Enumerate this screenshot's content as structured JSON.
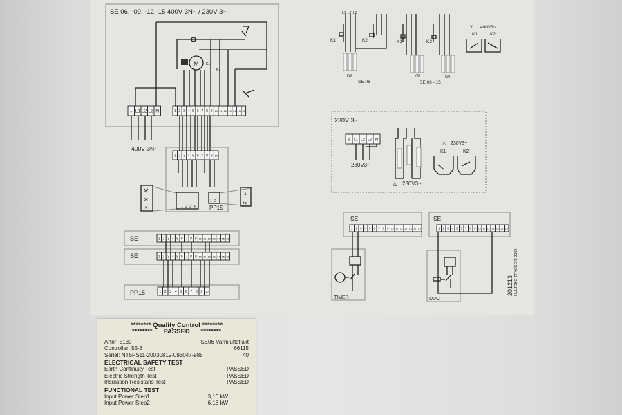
{
  "main_diagram": {
    "title": "SE 06, -09, -12,-15 400V 3N~ / 230V 3~",
    "supply_terminals": [
      "⏚",
      "L1",
      "L2",
      "L3",
      "N"
    ],
    "supply_label": "400V 3N~",
    "motor_label": "M",
    "k1": "K1",
    "k2": "K2",
    "terminals": [
      "1",
      "2",
      "3",
      "4",
      "5",
      "6",
      "7",
      "8",
      "9",
      "10",
      "11",
      "12",
      "13",
      "14",
      "15",
      "16"
    ]
  },
  "pp15_block": {
    "label": "PP15",
    "terminals": [
      "1",
      "2",
      "3",
      "4",
      "5",
      "6",
      "7",
      "8",
      "9",
      "10"
    ],
    "grid_numbers": [
      "1",
      "2",
      "3",
      "4"
    ],
    "output_numbers": [
      "1",
      "2"
    ],
    "speed_labels": [
      "1",
      "½"
    ]
  },
  "connection_strips": [
    {
      "label": "SE",
      "terminals": [
        "1",
        "2",
        "3",
        "4",
        "5",
        "6",
        "7",
        "8",
        "9",
        "10",
        "11",
        "12",
        "13",
        "14",
        "15",
        "16"
      ]
    },
    {
      "label": "SE",
      "terminals": [
        "1",
        "2",
        "3",
        "4",
        "5",
        "6",
        "7",
        "8",
        "9",
        "10",
        "11",
        "12",
        "13",
        "14",
        "15",
        "16"
      ]
    },
    {
      "label": "PP15",
      "terminals": [
        "1",
        "2",
        "3",
        "4",
        "5",
        "6",
        "7",
        "8",
        "9",
        "10"
      ]
    }
  ],
  "heater_diagrams": {
    "phase_labels": [
      "L1",
      "L2",
      "L3"
    ],
    "k1": "K1",
    "k2": "K2",
    "kw_label": "kW",
    "se06_label": "SE 06",
    "se0915_label": "SE 09 - 15",
    "star_label": "400V3~"
  },
  "box_230v": {
    "title": "230V 3~",
    "terminals": [
      "⏚",
      "L1",
      "L2",
      "L3",
      "N"
    ],
    "terminal_label": "230V3~",
    "delta_label": "230V3~",
    "contactor_label": "230V3~",
    "k1": "K1",
    "k2": "K2"
  },
  "timer_diagram": {
    "strip_label": "SE",
    "device_label": "TIMER",
    "terminals": [
      "1",
      "2",
      "3",
      "4",
      "5",
      "6",
      "7",
      "8",
      "9",
      "10",
      "11",
      "12",
      "13",
      "14",
      "15",
      "16"
    ]
  },
  "duc_diagram": {
    "strip_label": "SE",
    "device_label": "DUC",
    "terminals": [
      "1",
      "2",
      "3",
      "4",
      "5",
      "6",
      "7",
      "8",
      "9",
      "10",
      "11",
      "12",
      "13",
      "14",
      "15",
      "16"
    ]
  },
  "print_info": {
    "code": "201213",
    "printer": "HULTEBO TRYCKERI 2002"
  },
  "qc_label": {
    "title": "******** Quality Control ********",
    "status": "********      PASSED      ********",
    "artnr": "Artnr: 3139",
    "product": "SE06 Varmluftsfläkt",
    "controller": "Controller: 55-3",
    "controller_value": "66115",
    "serial": "Serial: NT5PS11-20030819-093047-985",
    "serial_value": "40",
    "safety_heading": "ELECTRICAL SAFETY TEST",
    "safety_tests": [
      {
        "name": "Earth Continuity Test",
        "result": "PASSED"
      },
      {
        "name": "Electric Strength Test",
        "result": "PASSED"
      },
      {
        "name": "Insulation Resistans Test",
        "result": "PASSED"
      }
    ],
    "functional_heading": "FUNCTIONAL TEST",
    "functional_tests": [
      {
        "name": "Input Power Step1",
        "result": "3,10 kW"
      },
      {
        "name": "Input Power Step2",
        "result": "6,18 kW"
      }
    ]
  }
}
